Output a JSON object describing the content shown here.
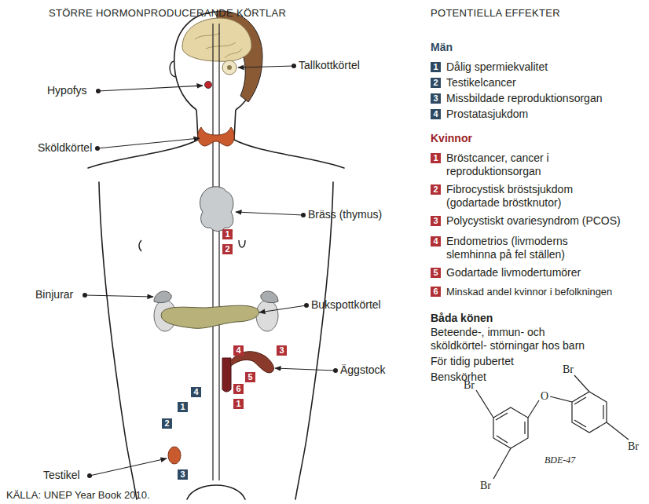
{
  "diagram": {
    "caption": "KÄLLA: UNEP Year Book 2010.",
    "nodes": [
      {
        "text": [
          "1",
          "Dålig spermiekvalitet"
        ]
      },
      {
        "text": [
          "2",
          "Testikelcancer"
        ]
      },
      {
        "text": [
          "3",
          "Missbildade reproduktionsorgan"
        ]
      },
      {
        "text": [
          "4",
          "Prostatasjukdom"
        ]
      },
      {
        "text": [
          "1",
          "Bröstcancer, cancer i reproduktionsorgan"
        ]
      },
      {
        "text": [
          "2",
          "Fibrocystisk bröstsjukdom (godartade bröstknutor)"
        ]
      },
      {
        "text": [
          "3",
          "Polycystiskt ovariesyndrom (PCOS)"
        ]
      },
      {
        "text": [
          "4",
          "Endometrios (livmoderns slemhinna på fel ställen)"
        ]
      },
      {
        "text": [
          "5",
          "Godartade livmodertumörer"
        ]
      },
      {
        "text": [
          "6",
          "Minskad andel kvinnor i befolkningen"
        ]
      },
      {
        "text": [
          "1"
        ]
      },
      {
        "text": [
          "2"
        ]
      },
      {
        "text": [
          "4"
        ]
      },
      {
        "text": [
          "3"
        ]
      },
      {
        "text": [
          "5"
        ]
      },
      {
        "text": [
          "6"
        ]
      },
      {
        "text": [
          "1"
        ]
      },
      {
        "text": [
          "4"
        ]
      },
      {
        "text": [
          "1"
        ]
      },
      {
        "text": [
          "2"
        ]
      },
      {
        "text": [
          "3"
        ]
      }
    ],
    "labels": [
      "STÖRRE HORMONPRODUCERANDE KÖRTLAR",
      "POTENTIELLA EFFEKTER",
      "Hypofys",
      "Tallkottkörtel",
      "Sköldkörtel",
      "Bräss (thymus)",
      "Binjurar",
      "Bukspottkörtel",
      "Äggstock",
      "Testikel",
      "Män",
      "Kvinnor",
      "Båda könen",
      "Beteende-, immun- och sköldkörtel- störningar hos barn",
      "För tidig pubertet",
      "Benskörhet",
      "Br",
      "Br",
      "Br",
      "Br",
      "O",
      "BDE-47"
    ]
  }
}
